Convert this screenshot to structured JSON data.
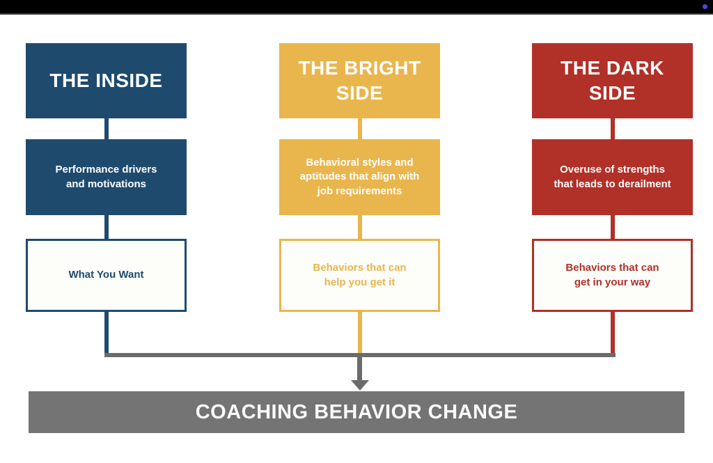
{
  "window": {
    "top_bar_color": "#000000",
    "status_dot_color": "#4b46e0"
  },
  "diagram": {
    "background": "#ffffff",
    "connector_color": "#6b6b6b",
    "columns": [
      {
        "name": "the-inside",
        "color": "#1e4a6e",
        "header": "THE INSIDE",
        "description": "Performance drivers\nand motivations",
        "outcome": "What You Want"
      },
      {
        "name": "the-bright-side",
        "color": "#e9b64d",
        "header": "THE BRIGHT\nSIDE",
        "description": "Behavioral styles and\naptitudes that align with\njob requirements",
        "outcome": "Behaviors that can\nhelp you get it"
      },
      {
        "name": "the-dark-side",
        "color": "#b13028",
        "header": "THE DARK\nSIDE",
        "description": "Overuse of strengths\nthat leads to derailment",
        "outcome": "Behaviors that can\nget in your way"
      }
    ],
    "footer": {
      "label": "COACHING BEHAVIOR CHANGE",
      "bar_color": "#747474",
      "text_color": "#fbfbfb"
    }
  }
}
